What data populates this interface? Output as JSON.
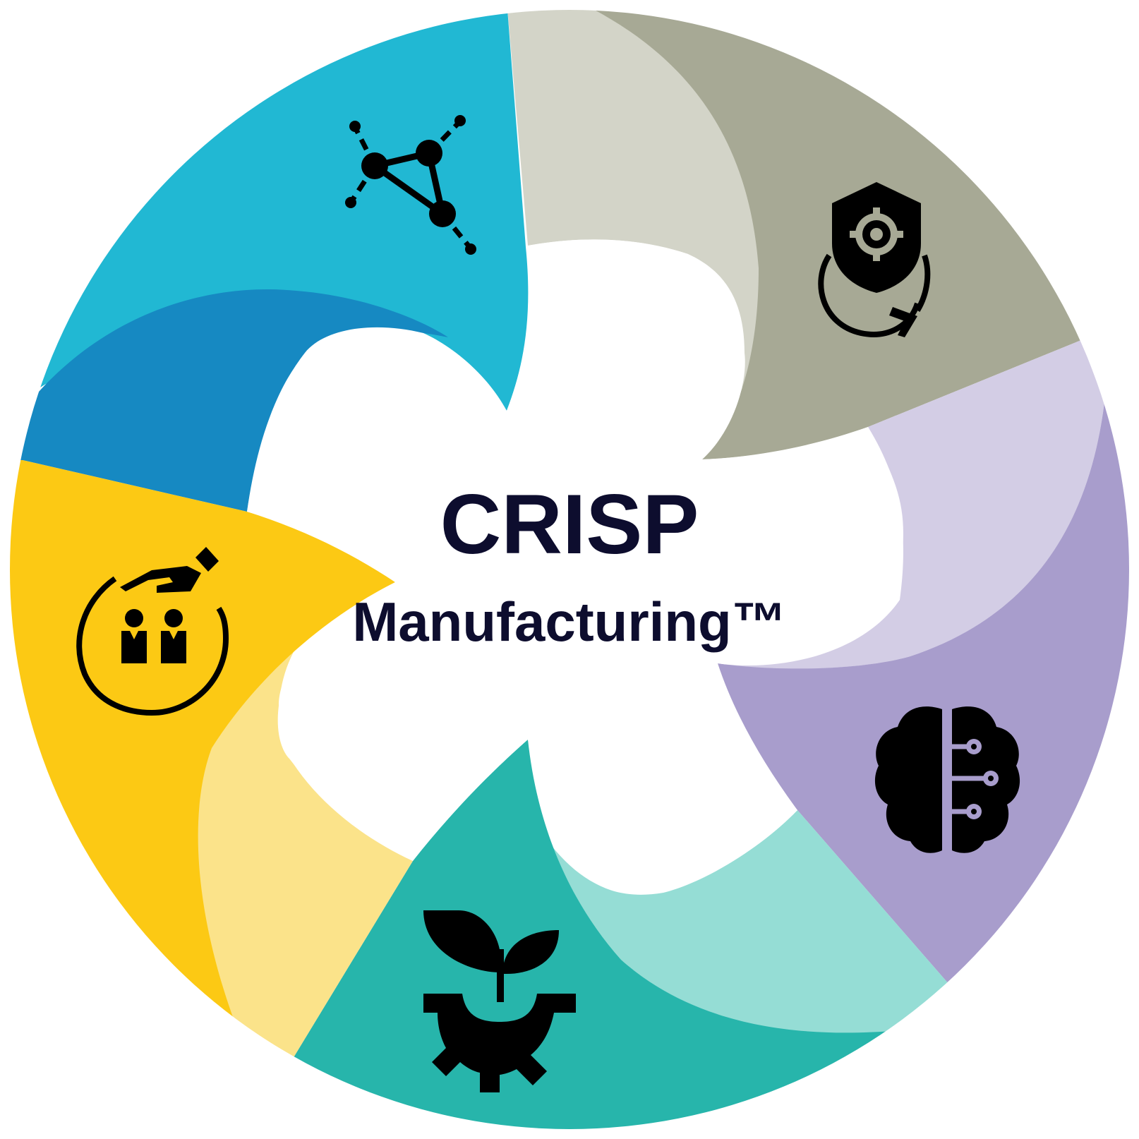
{
  "title": "CRISP",
  "subtitle": "Manufacturing™",
  "colors": {
    "text": "#0d0d2e",
    "icon": "#000000",
    "background": "#ffffff",
    "blue_light": "#21b8d3",
    "blue_dark": "#1689c2",
    "gray_light": "#d3d4c8",
    "gray_dark": "#a7a995",
    "purple_light": "#d3cde5",
    "purple_dark": "#a89dcc",
    "teal_light": "#95ddd5",
    "teal_dark": "#27b5ab",
    "yellow_light": "#fbe38a",
    "yellow_dark": "#fcc914"
  },
  "segments": [
    {
      "name": "network",
      "icon": "network-nodes-icon",
      "light": "blue_light",
      "dark": "blue_dark"
    },
    {
      "name": "security",
      "icon": "shield-gear-cycle-icon",
      "light": "gray_light",
      "dark": "gray_dark"
    },
    {
      "name": "ai",
      "icon": "brain-circuit-icon",
      "light": "purple_light",
      "dark": "purple_dark"
    },
    {
      "name": "sustainability",
      "icon": "plant-gear-icon",
      "light": "teal_light",
      "dark": "teal_dark"
    },
    {
      "name": "people",
      "icon": "people-hand-cycle-icon",
      "light": "yellow_light",
      "dark": "yellow_dark"
    }
  ]
}
